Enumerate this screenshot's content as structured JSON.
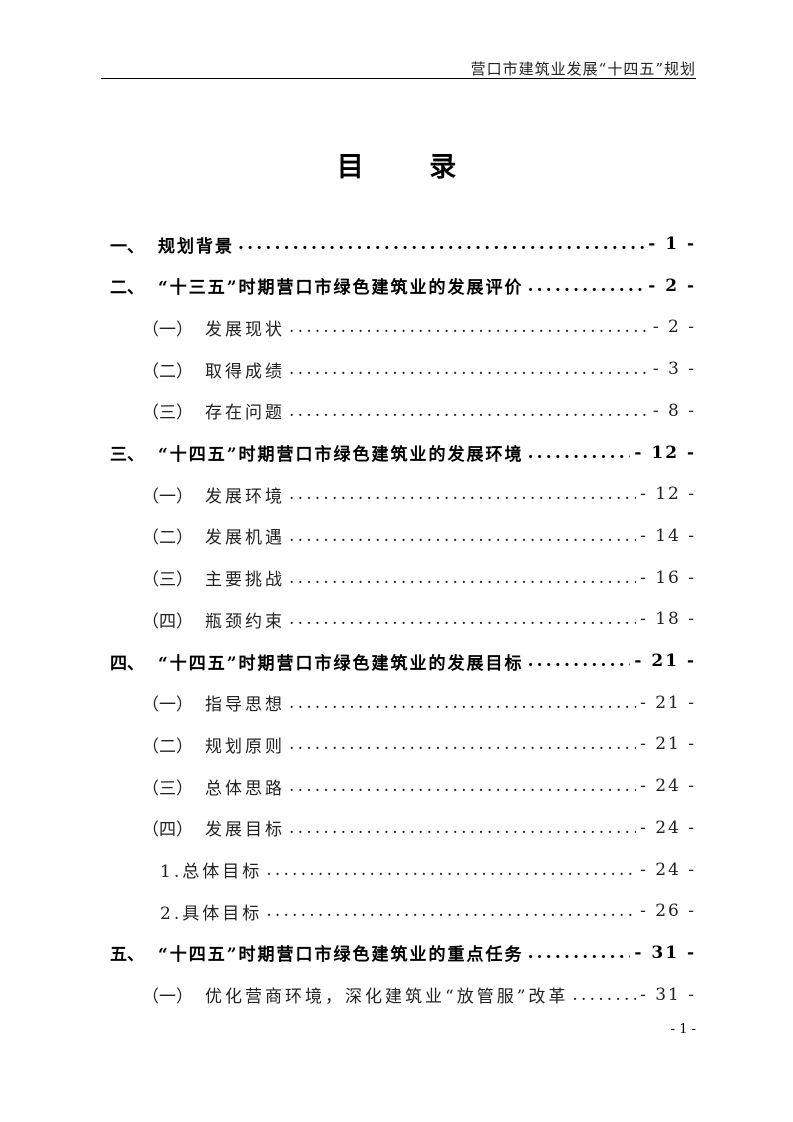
{
  "header": {
    "title": "营口市建筑业发展“十四五”规划"
  },
  "toc_title": "目 录",
  "entries": [
    {
      "level": 1,
      "num": "一、",
      "label": "规划背景",
      "page": "- 1 -"
    },
    {
      "level": 1,
      "num": "二、",
      "label": "“十三五”时期营口市绿色建筑业的发展评价",
      "page": "- 2 -"
    },
    {
      "level": 2,
      "num": "（一）",
      "label": "发展现状",
      "page": "- 2 -"
    },
    {
      "level": 2,
      "num": "（二）",
      "label": "取得成绩",
      "page": "- 3 -"
    },
    {
      "level": 2,
      "num": "（三）",
      "label": "存在问题",
      "page": "- 8 -"
    },
    {
      "level": 1,
      "num": "三、",
      "label": "“十四五”时期营口市绿色建筑业的发展环境",
      "page": "- 12 -"
    },
    {
      "level": 2,
      "num": "（一）",
      "label": "发展环境",
      "page": "- 12 -"
    },
    {
      "level": 2,
      "num": "（二）",
      "label": "发展机遇",
      "page": "- 14 -"
    },
    {
      "level": 2,
      "num": "（三）",
      "label": "主要挑战",
      "page": "- 16 -"
    },
    {
      "level": 2,
      "num": "（四）",
      "label": "瓶颈约束",
      "page": "- 18 -"
    },
    {
      "level": 1,
      "num": "四、",
      "label": "“十四五”时期营口市绿色建筑业的发展目标",
      "page": "- 21 -"
    },
    {
      "level": 2,
      "num": "（一）",
      "label": "指导思想",
      "page": "- 21 -"
    },
    {
      "level": 2,
      "num": "（二）",
      "label": "规划原则",
      "page": "- 21 -"
    },
    {
      "level": 2,
      "num": "（三）",
      "label": "总体思路",
      "page": "- 24 -"
    },
    {
      "level": 2,
      "num": "（四）",
      "label": "发展目标",
      "page": "- 24 -"
    },
    {
      "level": 3,
      "num": "",
      "label": "1.总体目标",
      "page": "- 24 -"
    },
    {
      "level": 3,
      "num": "",
      "label": "2.具体目标",
      "page": "- 26 -"
    },
    {
      "level": 1,
      "num": "五、",
      "label": "“十四五”时期营口市绿色建筑业的重点任务",
      "page": "- 31 -"
    },
    {
      "level": 2,
      "num": "（一）",
      "label": "优化营商环境，深化建筑业“放管服”改革",
      "page": "- 31 -"
    }
  ],
  "footer": {
    "page_number": "- 1 -"
  }
}
